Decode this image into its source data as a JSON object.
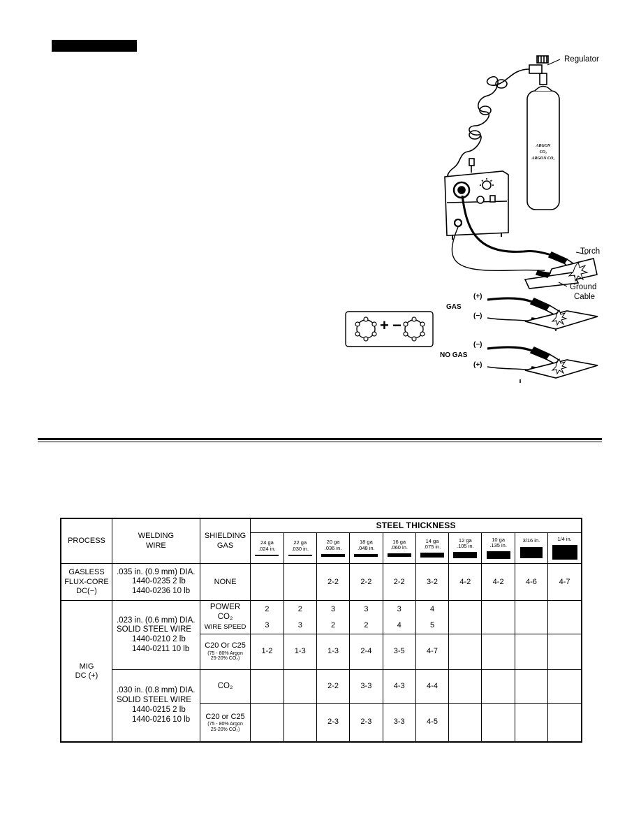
{
  "illustration": {
    "labels": {
      "regulator": "Regulator",
      "torch": "Torch",
      "ground_cable_line1": "Ground",
      "ground_cable_line2": "Cable",
      "cylinder_text": [
        "ARGON",
        "CO₂",
        "ARGON  CO₂"
      ]
    },
    "polarity": {
      "gas": "GAS",
      "no_gas": "NO GAS",
      "plus": "(+)",
      "minus": "(−)",
      "terminal_plus": "+",
      "terminal_minus": "−"
    }
  },
  "table": {
    "headers": {
      "process": "PROCESS",
      "welding_wire": [
        "WELDING",
        "WIRE"
      ],
      "shielding_gas": [
        "SHIELDING",
        "GAS"
      ],
      "steel_thickness": "STEEL THICKNESS"
    },
    "thickness_columns": [
      {
        "gauge": "24 ga",
        "inches": ".024 in."
      },
      {
        "gauge": "22 ga",
        "inches": ".030 in."
      },
      {
        "gauge": "20 ga",
        "inches": ".036 in."
      },
      {
        "gauge": "18 ga",
        "inches": ".048 in."
      },
      {
        "gauge": "16 ga",
        "inches": ".060 in."
      },
      {
        "gauge": "14 ga",
        "inches": ".075 in."
      },
      {
        "gauge": "12 ga",
        "inches": ".105 in."
      },
      {
        "gauge": "10 ga",
        "inches": ".135 in."
      },
      {
        "gauge": "3/16 in.",
        "inches": ""
      },
      {
        "gauge": "1/4 in.",
        "inches": ""
      }
    ],
    "gasless": {
      "process": [
        "GASLESS",
        "FLUX-CORE",
        "DC(−)"
      ],
      "wire": [
        ".035 in. (0.9 mm) DIA.",
        "1440-0235   2 lb",
        "1440-0236   10 lb"
      ],
      "gas": "NONE",
      "values": [
        "",
        "",
        "2-2",
        "2-2",
        "2-2",
        "3-2",
        "4-2",
        "4-2",
        "4-6",
        "4-7"
      ]
    },
    "mig": {
      "process": [
        "MIG",
        "DC (+)"
      ],
      "wire_023": [
        ".023 in. (0.6 mm) DIA.",
        "SOLID STEEL WIRE",
        "1440-0210   2 lb",
        "1440-0211   10 lb"
      ],
      "wire_030": [
        ".030 in. (0.8 mm) DIA.",
        "SOLID STEEL WIRE",
        "1440-0215   2 lb",
        "1440-0216  10 lb"
      ],
      "power_label": "POWER",
      "co2_label": "CO₂",
      "wire_speed_label": "WIRE SPEED",
      "c20_label": "C20 Or C25",
      "c20_label_b": "C20 or C25",
      "argon_mix": [
        "(75 - 80% Argon",
        "25-20% CO₂)"
      ],
      "row_023_power": [
        "2",
        "2",
        "3",
        "3",
        "3",
        "4",
        "",
        "",
        "",
        ""
      ],
      "row_023_speed": [
        "3",
        "3",
        "2",
        "2",
        "4",
        "5",
        "",
        "",
        "",
        ""
      ],
      "row_023_c20": [
        "1-2",
        "1-3",
        "1-3",
        "2-4",
        "3-5",
        "4-7",
        "",
        "",
        "",
        ""
      ],
      "row_030_co2": [
        "",
        "",
        "2-2",
        "3-3",
        "4-3",
        "4-4",
        "",
        "",
        "",
        ""
      ],
      "row_030_c20": [
        "",
        "",
        "2-3",
        "2-3",
        "3-3",
        "4-5",
        "",
        "",
        "",
        ""
      ]
    }
  },
  "colors": {
    "ink": "#000000",
    "paper": "#ffffff"
  }
}
